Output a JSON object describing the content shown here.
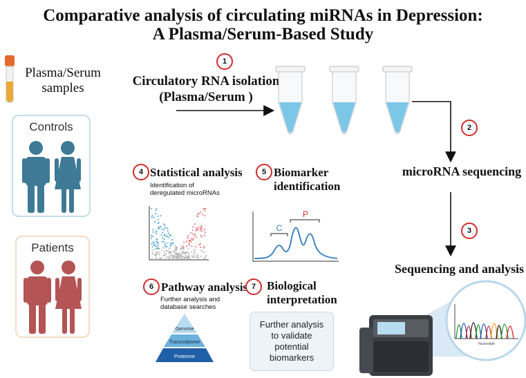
{
  "title": {
    "line1": "Comparative analysis of circulating miRNAs in Depression:",
    "line2": "A Plasma/Serum-Based Study"
  },
  "samples": {
    "label_line1": "Plasma/Serum",
    "label_line2": "samples",
    "controls_label": "Controls",
    "patients_label": "Patients",
    "controls_color": "#3e7a96",
    "patients_color": "#b55454"
  },
  "steps": {
    "s1": {
      "number": "1",
      "line1": "Circulatory RNA isolation",
      "line2": "(Plasma/Serum )"
    },
    "s2": {
      "number": "2",
      "label": "microRNA sequencing"
    },
    "s3": {
      "number": "3",
      "label": "Sequencing and analysis"
    },
    "s4": {
      "number": "4",
      "label": "Statistical analysis",
      "sub_line1": "Identification of",
      "sub_line2": "deregulated microRNAs"
    },
    "s5": {
      "number": "5",
      "line1": "Biomarker",
      "line2": "identification",
      "peak_c": "C",
      "peak_p": "P"
    },
    "s6": {
      "number": "6",
      "label": "Pathway analysis",
      "sub_line1": "Further analysis and",
      "sub_line2": "database searches",
      "pyramid": [
        "Genome",
        "Transcriptome",
        "Proteome"
      ]
    },
    "s7": {
      "number": "7",
      "line1": "Biological",
      "line2": "interpretation",
      "box": [
        "Further analysis",
        "to validate",
        "potential",
        "biomarkers"
      ]
    }
  },
  "chromatogram_axis": "Nucleotide",
  "colors": {
    "badge_border": "#d12b2b",
    "tube_liquid": "#7cc7e8",
    "up_points": "#e8696e",
    "down_points": "#4aa3d6",
    "curve": "#2e7bbf"
  }
}
